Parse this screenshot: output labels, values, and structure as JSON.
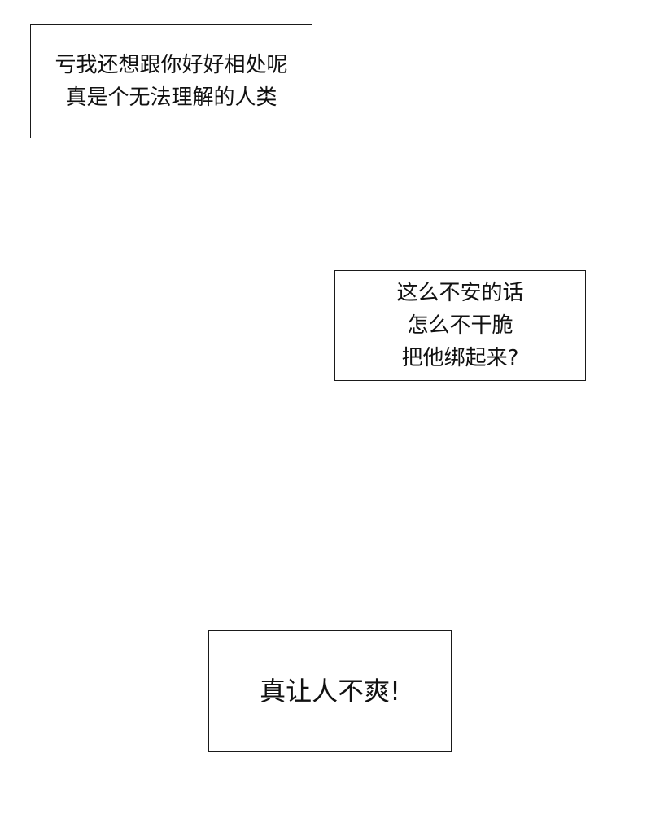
{
  "captions": [
    {
      "lines": [
        "亏我还想跟你好好相处呢",
        "真是个无法理解的人类"
      ]
    },
    {
      "lines": [
        "这么不安的话",
        "怎么不干脆",
        "把他绑起来?"
      ]
    },
    {
      "lines": [
        "真让人不爽!"
      ]
    }
  ],
  "colors": {
    "background": "#ffffff",
    "border": "#1a1a1a",
    "text": "#111111"
  }
}
